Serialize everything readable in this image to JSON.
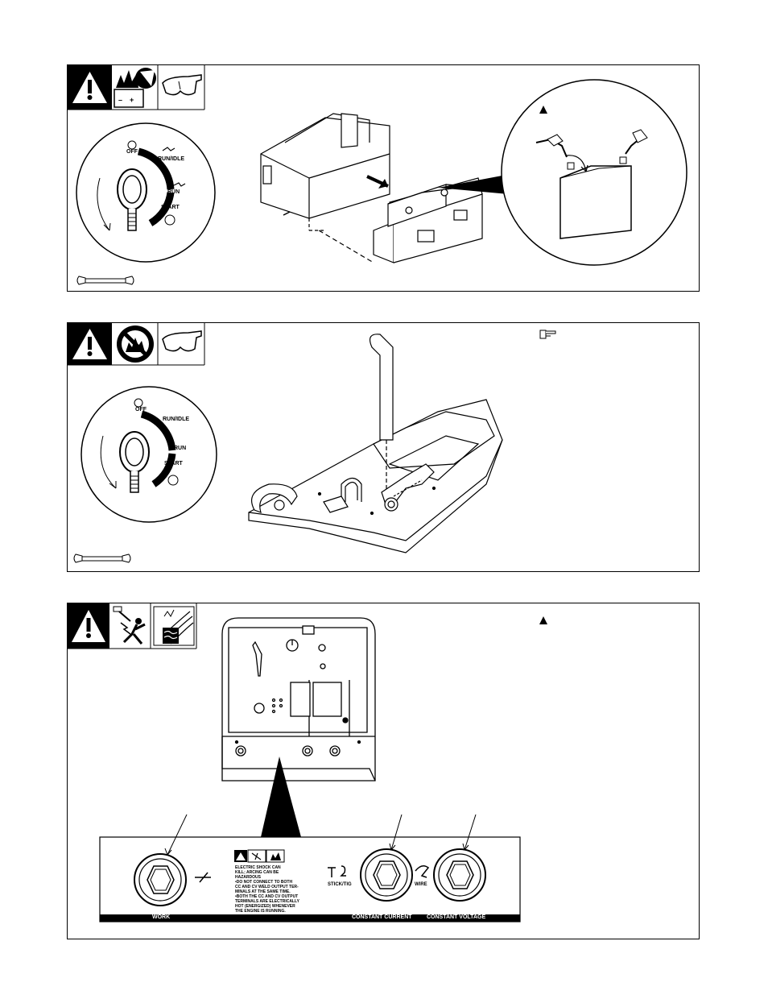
{
  "switch": {
    "off": "OFF",
    "run_idle": "RUN/IDLE",
    "run": "RUN",
    "start": "START"
  },
  "battery": {
    "minus": "–",
    "plus": "+"
  },
  "terminals": {
    "labels": {
      "work": "WORK",
      "constant_current": "CONSTANT CURRENT",
      "constant_voltage": "CONSTANT VOLTAGE",
      "stick_tig": "STICK/TIG",
      "wire": "WIRE"
    },
    "warning": [
      "ELECTRIC SHOCK CAN",
      "KILL; ARCING CAN BE",
      "HAZARDOUS",
      "•DO NOT CONNECT TO BOTH",
      "  CC AND CV WELD OUTPUT TER-",
      "  MINALS AT THE SAME TIME.",
      "•BOTH THE CC AND CV OUTPUT",
      "  TERMINALS ARE ELECTRICALLY",
      "  HOT (ENERGIZED) WHENEVER",
      "  THE ENGINE IS RUNNING."
    ]
  },
  "icons": {
    "warning": "warning-exclamation-icon",
    "battery_explosion": "battery-explosion-icon",
    "safety_glasses": "safety-glasses-icon",
    "no_fire": "no-fire-icon",
    "electric_shock": "electric-shock-icon",
    "hot_parts": "hot-parts-icon",
    "wrench": "wrench-icon",
    "pointing_hand": "pointing-hand-icon"
  }
}
